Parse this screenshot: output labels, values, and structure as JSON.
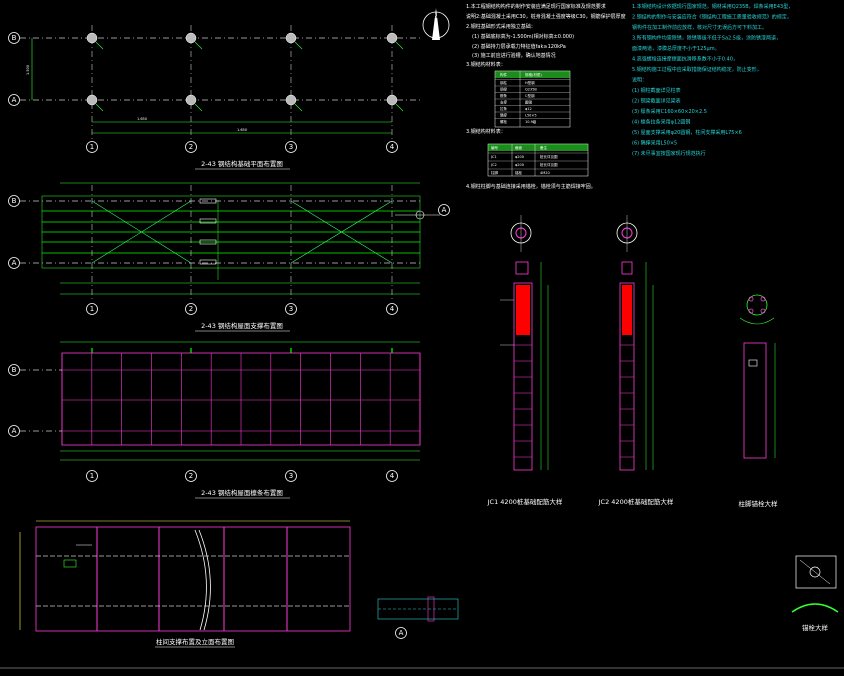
{
  "colors": {
    "background": "#000000",
    "grid_line": "#cccccc",
    "dimension": "#33ff33",
    "column": "#ff2bd6",
    "beam": "#00ff00",
    "bracing": "#33ff66",
    "highlight": "#ff0000",
    "note_cyan": "#26d4d8",
    "note_white": "#ffffff",
    "purlin": "#ff3ad8"
  },
  "axes": {
    "rows": [
      "B",
      "A"
    ],
    "columns": [
      "1",
      "2",
      "3",
      "4"
    ],
    "section_mark": "A"
  },
  "plans": {
    "foundation_title": "2-43 钢结构基础平面布置图",
    "roof_bracing_title": "2-43 钢结构屋面支撑布置图",
    "purlin_title": "2-43 钢结构屋面檩条布置图",
    "elevation_title": "柱间支撑布置及立面布置图",
    "dim_total": "1.650",
    "dim_span": "1.650",
    "dim_depth": "1.500"
  },
  "details": {
    "jc1_title": "JC1  4200桩基础配筋大样",
    "jc2_title": "JC2  4200桩基础配筋大样",
    "column_title": "柱脚锚栓大样",
    "base_plate_title": "锚栓大样"
  },
  "notes": {
    "left_lines": [
      "1.本工程钢结构构件的制作安装应满足现行国家标准及规范要求",
      "说明2:基础混凝土采用C30，桩身混凝土强度等级C30，钢筋保护层厚度",
      "2.钢柱基础形式采用独立基础：",
      "(1) 基础底标高为-1.500m(相对标高±0.000)",
      "(2) 基础持力层承载力特征值fak≥120kPa",
      "(3) 施工前应进行验槽，确认地基情况",
      "3.钢结构材料表："
    ],
    "table1_headers": [
      "构件",
      "规格(材质)"
    ],
    "table1_rows": [
      [
        "钢柱",
        "H型钢"
      ],
      [
        "钢梁",
        "Q235B"
      ],
      [
        "檩条",
        "C型钢"
      ],
      [
        "支撑",
        "圆钢"
      ],
      [
        "拉条",
        "φ12"
      ],
      [
        "隅撑",
        "L50×5"
      ],
      [
        "螺栓",
        "10.9级"
      ]
    ],
    "table2_headers": [
      "编号",
      "截面",
      "备注"
    ],
    "table2_rows": [
      [
        "JC1",
        "φ200",
        "桩长详见图"
      ],
      [
        "JC2",
        "φ200",
        "桩长详见图"
      ],
      [
        "柱脚",
        "锚栓",
        "4M20"
      ]
    ],
    "left_footer": "4.钢柱柱脚与基础连接采用锚栓，锚栓须与主筋焊接牢固。",
    "right_lines": [
      "1.本钢结构设计依据现行国家规范，钢材采用Q235B，焊条采用E43型，",
      "2.钢结构的制作与安装应符合《钢结构工程施工质量验收规范》的规定，",
      "钢构件在加工制作前应放样，核对尺寸无误后方可下料加工。",
      "3.所有钢构件均需除锈，除锈等级不低于Sa2.5级，涂防锈漆两道，",
      "面漆两道，漆膜总厚度不小于125μm。",
      "4.高强螺栓连接摩擦面抗滑移系数不小于0.40，",
      "5.钢结构施工过程中应采取措施保证结构稳定，防止变形，",
      "说明：",
      "(1) 钢柱截面详见柱表",
      "(2) 钢梁截面详见梁表",
      "(3) 檩条采用C160×60×20×2.5",
      "(4) 檩条拉条采用φ12圆钢",
      "(5) 屋面支撑采用φ20圆钢，柱间支撑采用L75×6",
      "(6) 隅撑采用L50×5",
      "(7) 未尽事宜按国家现行规范执行"
    ]
  },
  "north_arrow": "N"
}
